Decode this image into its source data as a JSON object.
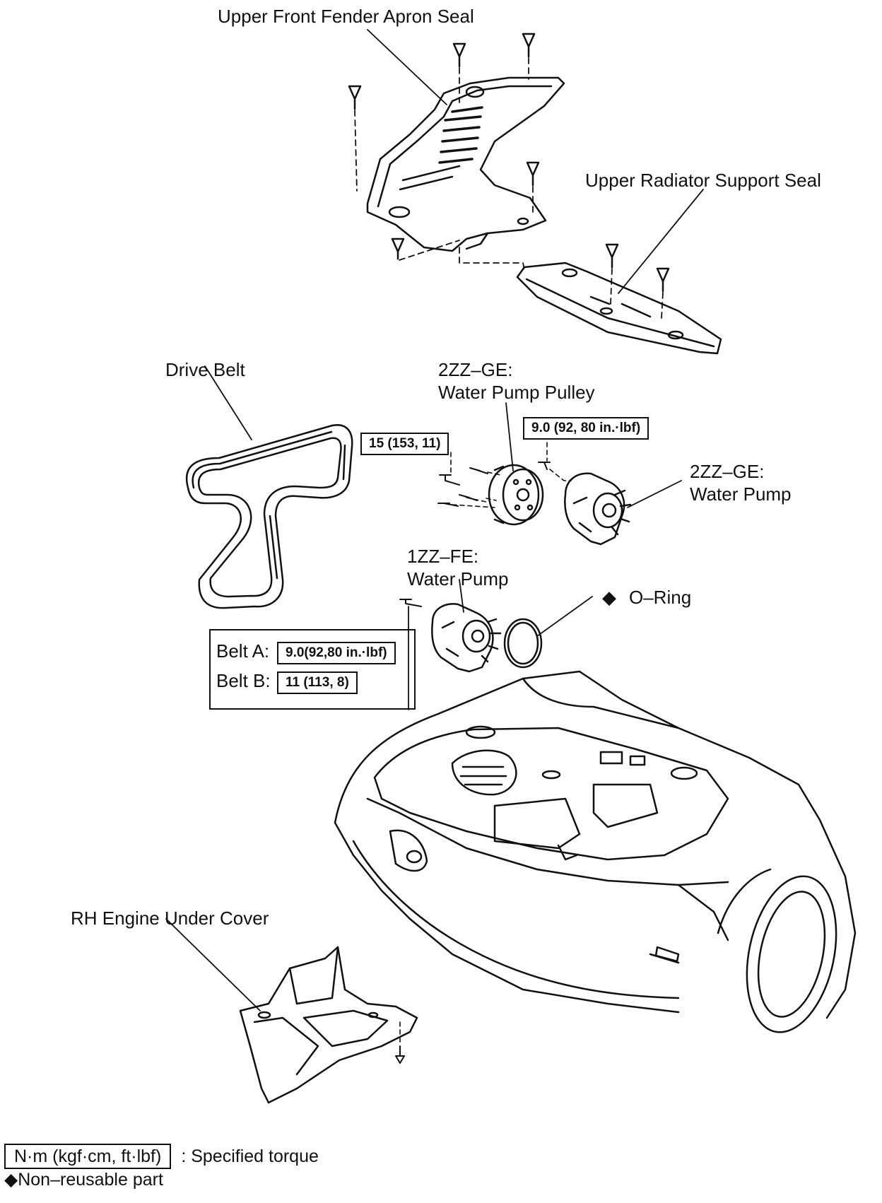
{
  "labels": {
    "upper_front_fender_apron_seal": "Upper Front Fender Apron Seal",
    "upper_radiator_support_seal": "Upper Radiator Support Seal",
    "drive_belt": "Drive Belt",
    "gn_pulley_engine": "2ZZ–GE:",
    "gn_pulley_part": "Water Pump Pulley",
    "gn_pump_engine": "2ZZ–GE:",
    "gn_pump_part": "Water Pump",
    "fe_pump_engine": "1ZZ–FE:",
    "fe_pump_part": "Water Pump",
    "o_ring": "O–Ring",
    "o_ring_marker": "◆",
    "rh_engine_under_cover": "RH Engine Under Cover"
  },
  "torques": {
    "pulley_bolts": "15 (153, 11)",
    "pump_bolts": "9.0 (92, 80 in.·lbf)",
    "belt_a_label": "Belt A:",
    "belt_a_value": "9.0(92,80 in.·lbf)",
    "belt_b_label": "Belt B:",
    "belt_b_value": "11 (113, 8)"
  },
  "legend": {
    "torque_unit": "N·m (kgf·cm, ft·lbf)",
    "torque_meaning": ": Specified torque",
    "non_reusable": "◆Non–reusable part"
  },
  "colors": {
    "line": "#111111",
    "background": "#ffffff"
  }
}
